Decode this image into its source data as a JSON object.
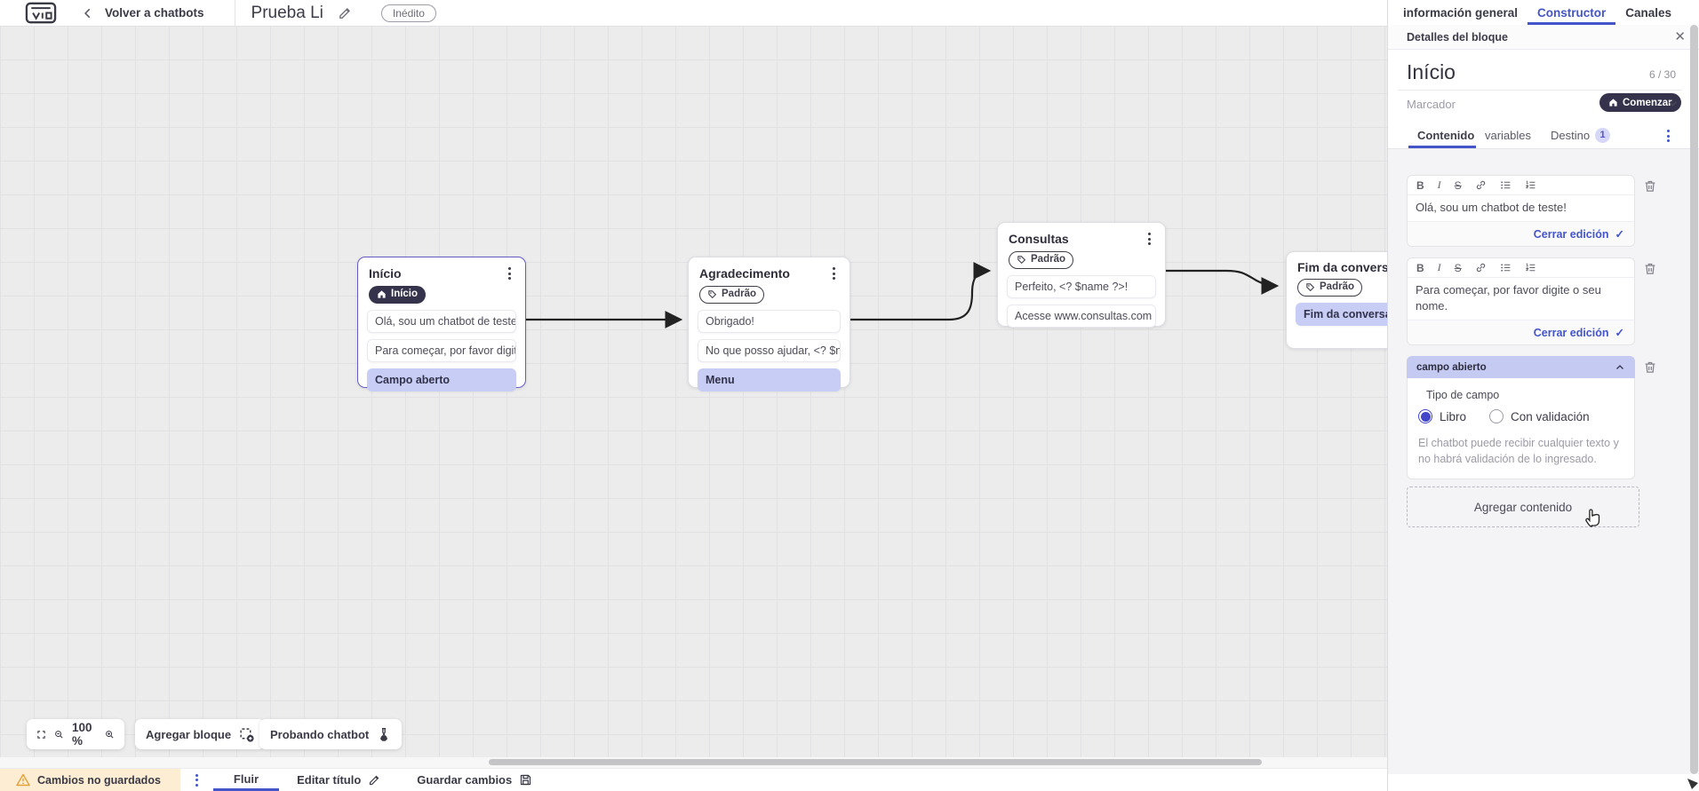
{
  "topbar": {
    "back_label": "Volver a chatbots",
    "title": "Prueba Li",
    "status_badge": "Inédito"
  },
  "panel_tabs": {
    "general": "información general",
    "constructor": "Constructor",
    "channels": "Canales"
  },
  "panel": {
    "header": "Detalles del bloque",
    "block_name": "Início",
    "name_counter": "6 / 30",
    "marker_label": "Marcador",
    "marker_value": "Comenzar",
    "subtab_content": "Contenido",
    "subtab_variables": "variables",
    "subtab_destination": "Destino",
    "destination_badge": "1",
    "editors": [
      {
        "text": "Olá, sou um chatbot de teste!",
        "close_label": "Cerrar edición"
      },
      {
        "text": "Para começar, por favor digite o seu nome.",
        "close_label": "Cerrar edición"
      }
    ],
    "open_field": {
      "title": "campo abierto",
      "type_label": "Tipo de campo",
      "option_free": "Libro",
      "option_validated": "Con validación",
      "help": "El chatbot puede recibir cualquier texto y no habrá validación de lo ingresado."
    },
    "add_content_label": "Agregar contenido"
  },
  "canvas": {
    "blocks": [
      {
        "title": "Início",
        "badge": "Início",
        "rows": [
          {
            "text": "Olá, sou um chatbot de teste!"
          },
          {
            "text": "Para começar, por favor digite o ..."
          },
          {
            "text": "Campo aberto"
          }
        ]
      },
      {
        "title": "Agradecimento",
        "badge": "Padrão",
        "rows": [
          {
            "text": "Obrigado!"
          },
          {
            "text": "No que posso ajudar, <? $name ..."
          },
          {
            "text": "Menu"
          }
        ]
      },
      {
        "title": "Consultas",
        "badge": "Padrão",
        "rows": [
          {
            "text": "Perfeito, <? $name ?>!"
          },
          {
            "text": "Acesse www.consultas.com par..."
          }
        ]
      },
      {
        "title": "Fim da conversa",
        "badge": "Padrão",
        "rows": [
          {
            "text": "Fim da conversa"
          }
        ]
      }
    ],
    "zoom_level": "100 %",
    "add_block_label": "Agregar bloque",
    "test_chatbot_label": "Probando chatbot"
  },
  "bottombar": {
    "unsaved_label": "Cambios no guardados",
    "flow_tab": "Fluir",
    "edit_title_label": "Editar título",
    "save_label": "Guardar cambios"
  },
  "editor_toolbar": {
    "bold": "B",
    "italic": "I",
    "strike": "S"
  },
  "icons": {
    "close": "✕",
    "check": "✓"
  },
  "colors": {
    "accent": "#4355c8",
    "dark_pill": "#35334b",
    "action_row_bg": "#c8cdf5",
    "selected_border": "#655bc8",
    "warning_bg": "#fdeed3",
    "canvas_bg": "#ececec"
  }
}
